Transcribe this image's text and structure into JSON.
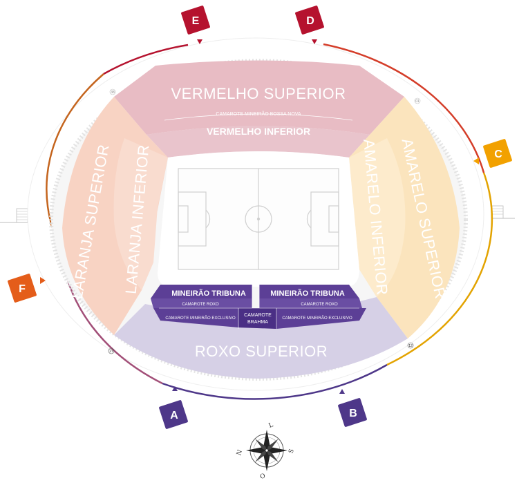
{
  "colors": {
    "red_sector": "#e8bcc4",
    "red_gate": "#b5122e",
    "yellow_sector": "#fbe4bd",
    "yellow_gate": "#f2a100",
    "orange_sector": "#f8d3c3",
    "orange_gate": "#e45d1a",
    "purple_sector": "#d6d0e6",
    "purple_dark": "#5c3f96",
    "purple_gate": "#4e3789",
    "field_line": "#cfcfcf"
  },
  "sectors": {
    "vermelho_superior": "VERMELHO SUPERIOR",
    "camarote_bossa_nova": "CAMAROTE MINEIRÃO BOSSA NOVA",
    "vermelho_inferior": "VERMELHO INFERIOR",
    "laranja_superior": "LARANJA SUPERIOR",
    "laranja_inferior": "LARANJA INFERIOR",
    "amarelo_superior": "AMARELO SUPERIOR",
    "amarelo_inferior": "AMARELO INFERIOR",
    "roxo_superior": "ROXO SUPERIOR",
    "tribuna_left": "MINEIRÃO TRIBUNA",
    "tribuna_right": "MINEIRÃO TRIBUNA",
    "camarote_roxo_left": "CAMAROTE ROXO",
    "camarote_roxo_right": "CAMAROTE ROXO",
    "camarote_exclusivo_left": "CAMAROTE MINEIRÃO EXCLUSIVO",
    "camarote_exclusivo_right": "CAMAROTE MINEIRÃO EXCLUSIVO",
    "camarote_brahma_1": "CAMAROTE",
    "camarote_brahma_2": "BRAHMA"
  },
  "gates": {
    "a": "A",
    "b": "B",
    "c": "C",
    "d": "D",
    "e": "E",
    "f": "F"
  },
  "seat_numbers": {
    "n1": "01",
    "n12": "12",
    "n27": "27",
    "n38": "38"
  },
  "compass": {
    "north": "N",
    "south": "S",
    "east": "L",
    "west": "O",
    "icon": "compass-rose-icon"
  }
}
